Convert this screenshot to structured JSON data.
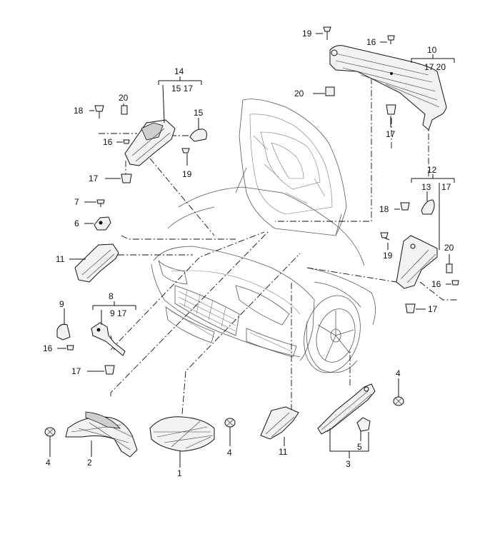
{
  "callouts": {
    "c1": "1",
    "c2": "2",
    "c3": "3",
    "c4a": "4",
    "c4b": "4",
    "c4c": "4",
    "c5": "5",
    "c6": "6",
    "c7": "7",
    "c8": "8",
    "c8_sub": "9 17",
    "c9": "9",
    "c10": "10",
    "c10_sub": "17 20",
    "c11a": "11",
    "c11b": "11",
    "c12": "12",
    "c12_sub13": "13",
    "c12_sub17": "17",
    "c14": "14",
    "c14_sub": "15 17",
    "c15": "15",
    "c16a": "16",
    "c16b": "16",
    "c16c": "16",
    "c16d": "16",
    "c17a": "17",
    "c17b": "17",
    "c17c": "17",
    "c17d": "17",
    "c18a": "18",
    "c18b": "18",
    "c19a": "19",
    "c19b": "19",
    "c19c": "19",
    "c20a": "20",
    "c20b": "20",
    "c20c": "20"
  }
}
